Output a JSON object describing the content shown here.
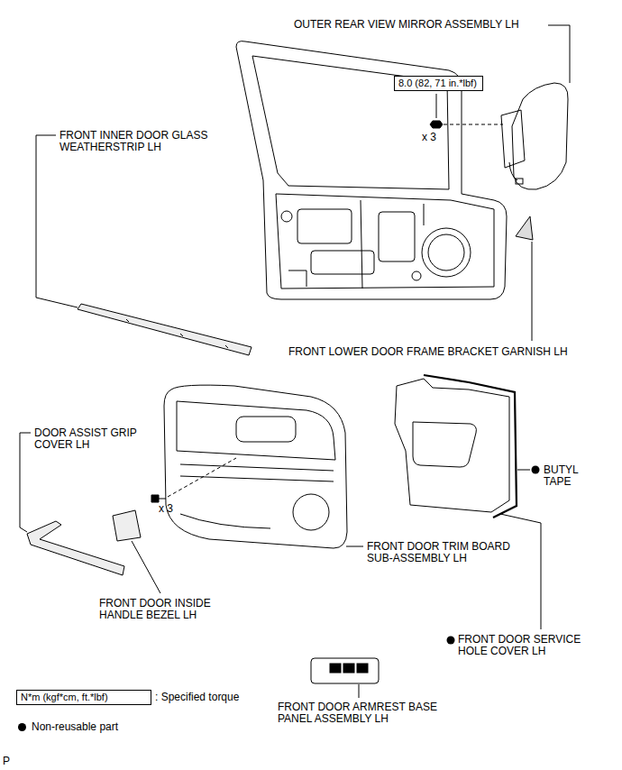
{
  "diagram": {
    "nodes": [
      {
        "text": [
          "8.0 (82, 71 in.*lbf)"
        ]
      },
      {
        "text": [
          "N*m (kgf*cm, ft.*lbf)"
        ]
      }
    ],
    "labels": [
      "OUTER REAR VIEW MIRROR ASSEMBLY LH",
      "FRONT INNER DOOR GLASS WEATHERSTRIP LH",
      "x 3",
      "FRONT LOWER DOOR FRAME BRACKET GARNISH LH",
      "DOOR ASSIST GRIP COVER LH",
      "x 3",
      "BUTYL TAPE",
      "FRONT DOOR TRIM BOARD SUB-ASSEMBLY LH",
      "FRONT DOOR INSIDE HANDLE BEZEL LH",
      "FRONT DOOR SERVICE HOLE COVER LH",
      "FRONT DOOR ARMREST BASE PANEL ASSEMBLY LH",
      ": Specified torque",
      "P"
    ],
    "legend": [
      {
        "text": "Non-reusable part"
      }
    ]
  }
}
